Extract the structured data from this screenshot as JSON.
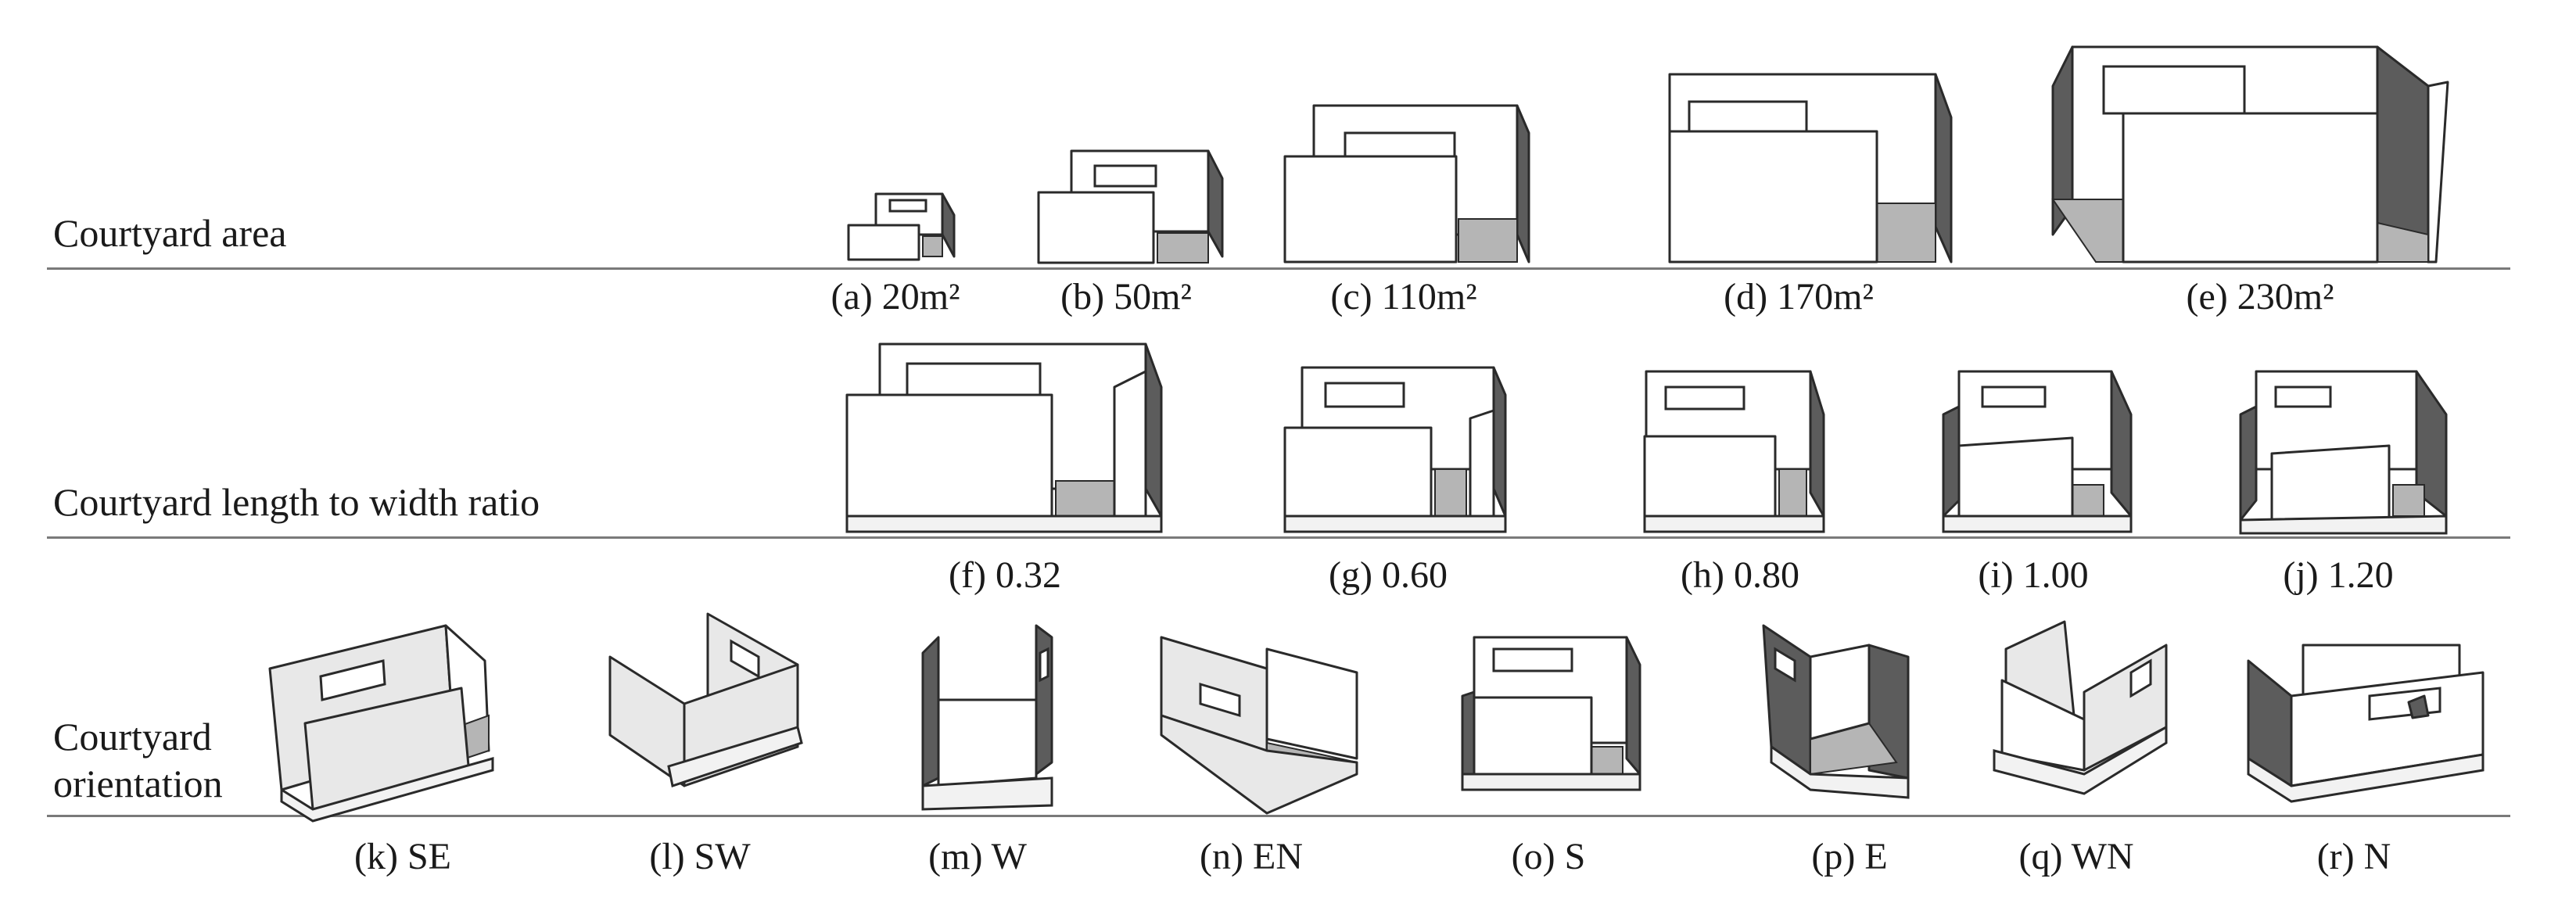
{
  "rows": [
    {
      "label": "Courtyard area",
      "items": [
        {
          "letter": "(a)",
          "value": "20m²"
        },
        {
          "letter": "(b)",
          "value": "50m²"
        },
        {
          "letter": "(c)",
          "value": "110m²"
        },
        {
          "letter": "(d)",
          "value": "170m²"
        },
        {
          "letter": "(e)",
          "value": "230m²"
        }
      ]
    },
    {
      "label": "Courtyard length to width ratio",
      "items": [
        {
          "letter": "(f)",
          "value": "0.32"
        },
        {
          "letter": "(g)",
          "value": "0.60"
        },
        {
          "letter": "(h)",
          "value": "0.80"
        },
        {
          "letter": "(i)",
          "value": "1.00"
        },
        {
          "letter": "(j)",
          "value": "1.20"
        }
      ]
    },
    {
      "label_line1": "Courtyard",
      "label_line2": "orientation",
      "items": [
        {
          "letter": "(k)",
          "value": "SE"
        },
        {
          "letter": "(l)",
          "value": "SW"
        },
        {
          "letter": "(m)",
          "value": "W"
        },
        {
          "letter": "(n)",
          "value": "EN"
        },
        {
          "letter": "(o)",
          "value": "S"
        },
        {
          "letter": "(p)",
          "value": "E"
        },
        {
          "letter": "(q)",
          "value": "WN"
        },
        {
          "letter": "(r)",
          "value": "N"
        }
      ]
    }
  ],
  "colors": {
    "wall": "#ffffff",
    "wall_shade": "#5c5c5c",
    "floor": "#b5b5b5",
    "rule": "#7a7a7a"
  }
}
